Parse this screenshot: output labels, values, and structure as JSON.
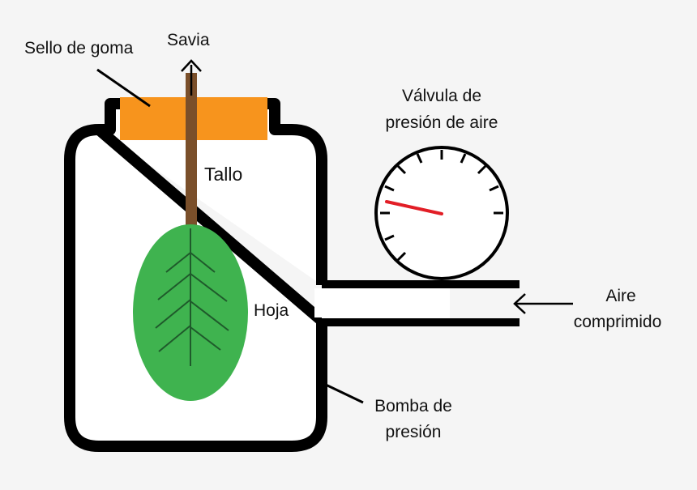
{
  "labels": {
    "seal": "Sello de goma",
    "sap": "Savia",
    "stem": "Tallo",
    "leaf": "Hoja",
    "valve_line1": "Válvula de",
    "valve_line2": "presión de aire",
    "air_line1": "Aire",
    "air_line2": "comprimido",
    "pump_line1": "Bomba de",
    "pump_line2": "presión"
  },
  "colors": {
    "background": "#f5f5f5",
    "outline": "#000000",
    "chamber_fill": "#ffffff",
    "seal": "#f7941d",
    "stem": "#7a4f2a",
    "leaf": "#3fb34f",
    "leaf_veins": "#1f5a2b",
    "gauge_needle": "#e21e26"
  }
}
